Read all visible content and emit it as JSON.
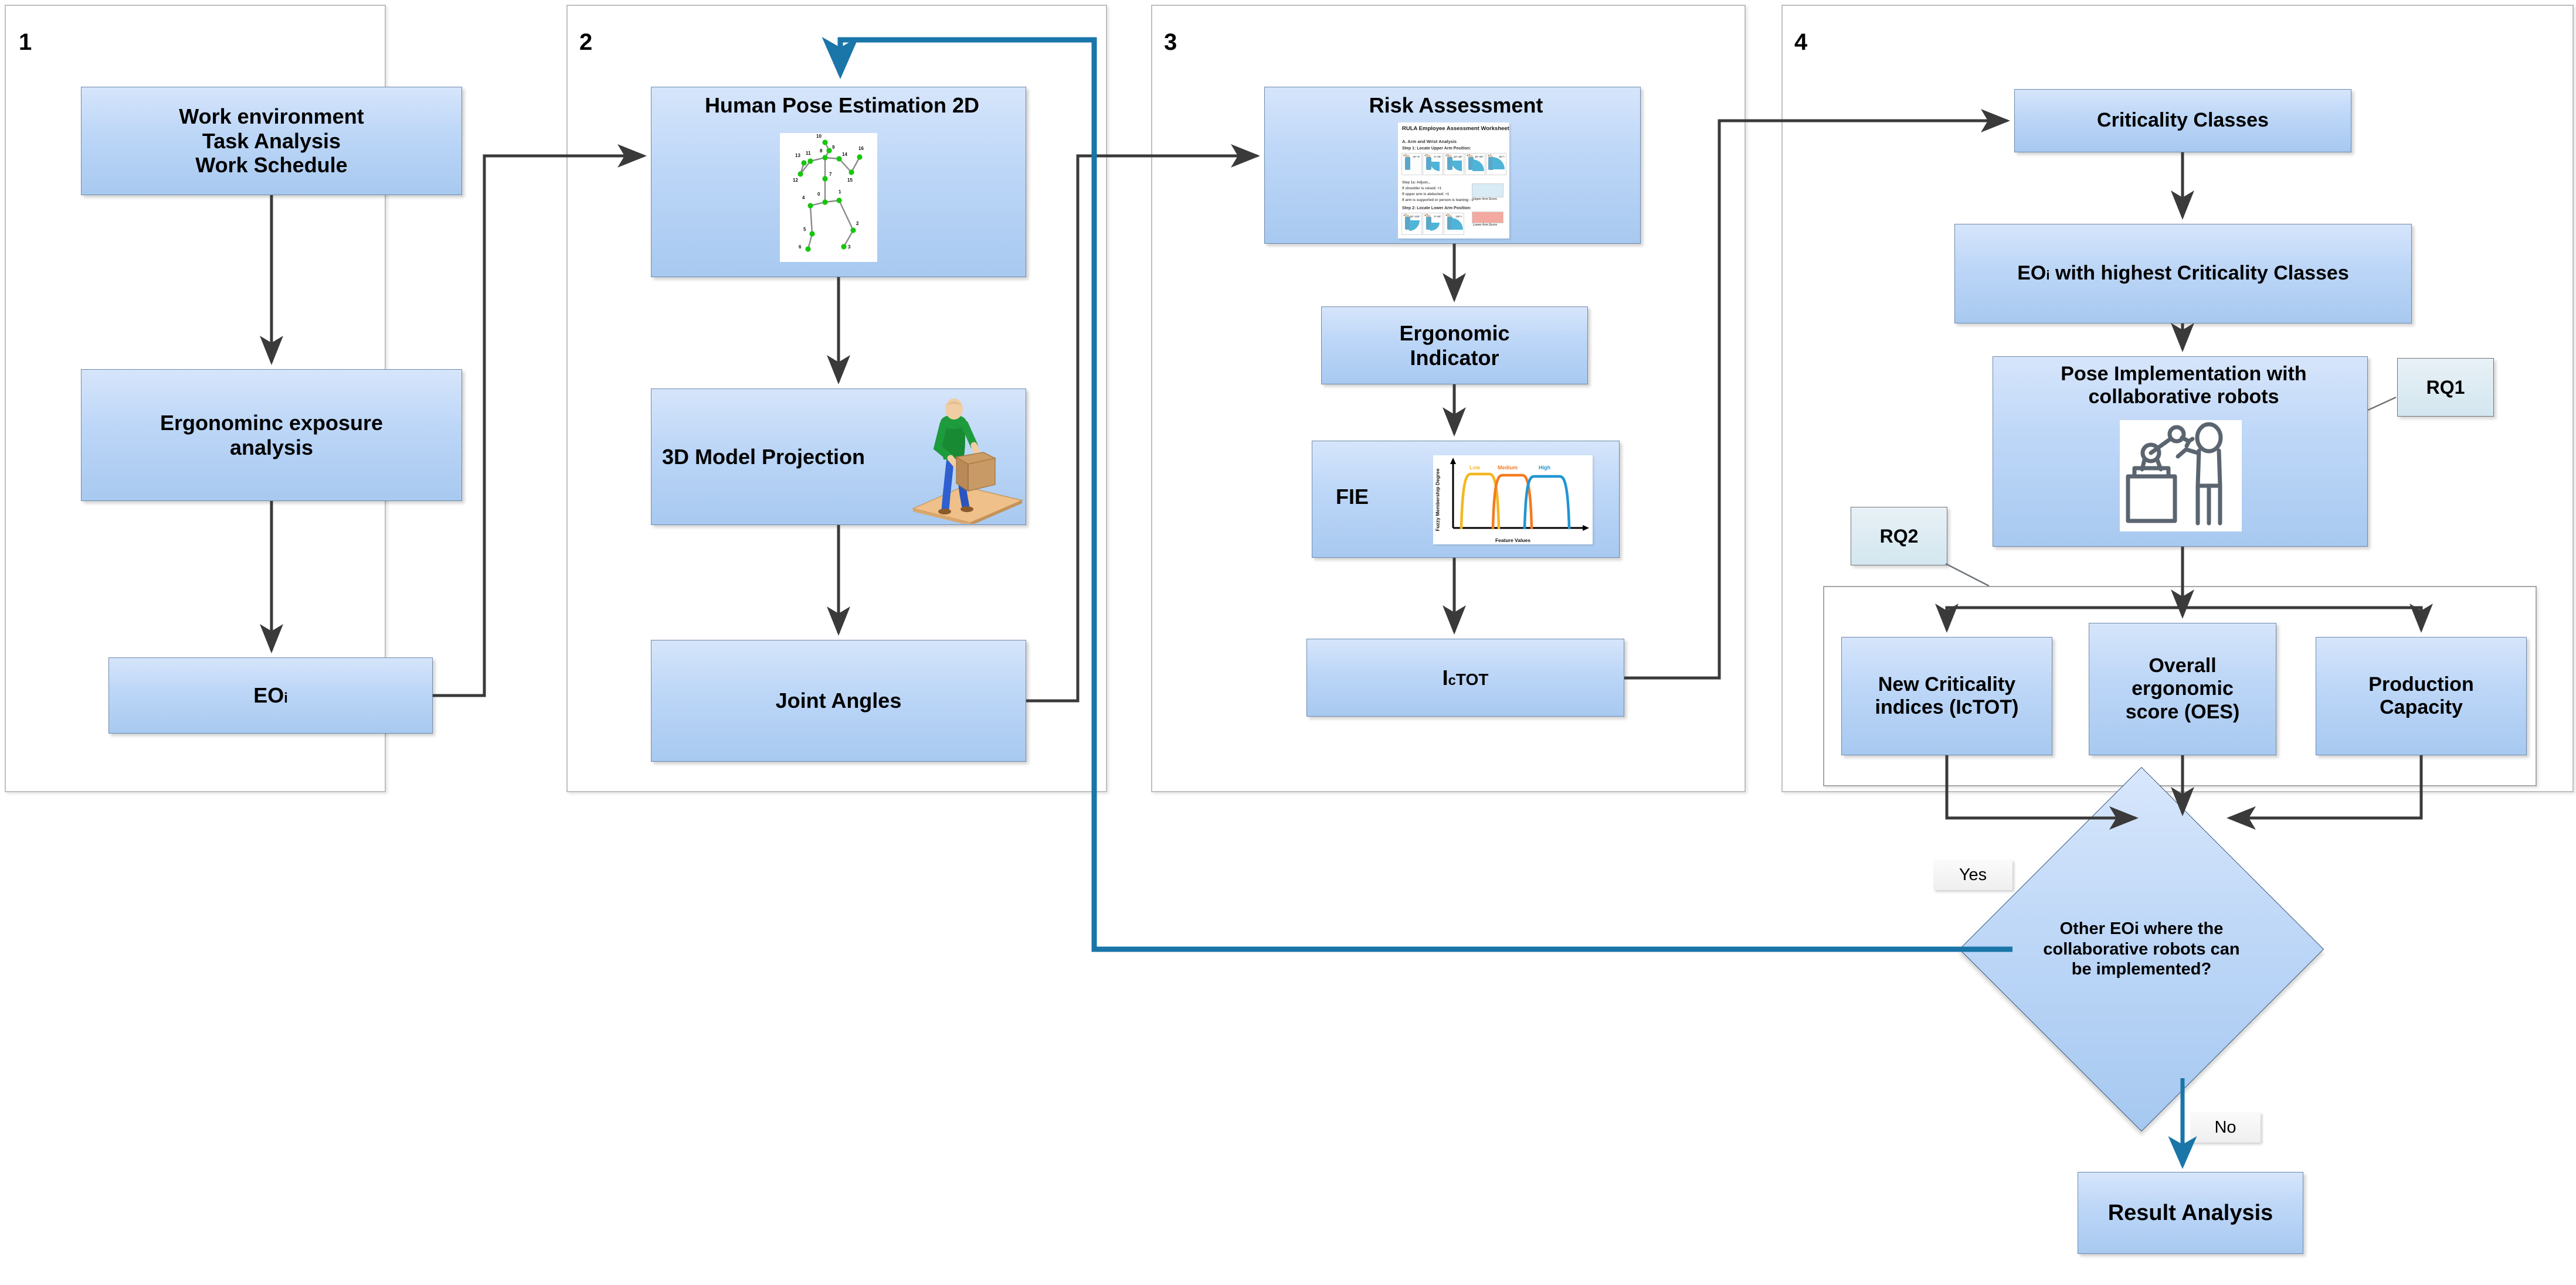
{
  "figure": {
    "type": "flowchart",
    "panels": [
      {
        "number": "1",
        "name": "panel-1"
      },
      {
        "number": "2",
        "name": "panel-2"
      },
      {
        "number": "3",
        "name": "panel-3"
      },
      {
        "number": "4",
        "name": "panel-4"
      }
    ]
  },
  "panel1": {
    "number": "1",
    "boxes": {
      "work_environment": "Work environment\nTask Analysis\nWork Schedule",
      "work_environment_lines": [
        "Work environment",
        "Task Analysis",
        "Work Schedule"
      ],
      "ergonomic_exposure": "Ergonominc exposure\nanalysis",
      "ergonomic_exposure_lines": [
        "Ergonominc exposure",
        "analysis"
      ],
      "eoi": "EO",
      "eoi_subscript": "i"
    }
  },
  "panel2": {
    "number": "2",
    "boxes": {
      "pose_estimation": "Human Pose Estimation 2D",
      "model_projection": "3D Model Projection",
      "joint_angles": "Joint Angles"
    },
    "skeleton": {
      "caption": "human-skeleton-keypoints",
      "joint_labels": [
        "0",
        "1",
        "2",
        "3",
        "4",
        "5",
        "6",
        "7",
        "8",
        "9",
        "10",
        "11",
        "12",
        "13",
        "14",
        "15",
        "16"
      ]
    },
    "projection_image": "person-lifting-box-3d"
  },
  "panel3": {
    "number": "3",
    "boxes": {
      "risk_assessment": "Risk Assessment",
      "ergonomic_indicator": "Ergonomic\nIndicator",
      "ergonomic_indicator_lines": [
        "Ergonomic",
        "Indicator"
      ],
      "fie": "FIE",
      "ictot_main": "I",
      "ictot_sub": "c",
      "ictot_tot": "TOT"
    },
    "rula": {
      "title": "RULA Employee Assessment Worksheet",
      "section": "A. Arm and Wrist Analysis",
      "step1": "Step 1: Locate Upper Arm Position:",
      "adjust_title": "Step 1a: Adjust...",
      "adjust_lines": [
        "If shoulder is raised: +1",
        "If upper arm is abducted: +1",
        "If arm is supported or person is leaning: -1"
      ],
      "step2": "Step 2: Locate Lower Arm Position:",
      "upper_arm_score_label": "Upper Arm Score",
      "lower_arm_score_label": "Lower Arm Score",
      "upper_cells": [
        {
          "plus": "+1",
          "angle": "20°-0°"
        },
        {
          "plus": "+2",
          "angle": "0°-20°"
        },
        {
          "plus": "+2",
          "angle": "20°-45°"
        },
        {
          "plus": "+3",
          "angle": "45°-90°"
        },
        {
          "plus": "+4",
          "angle": "90°+"
        }
      ],
      "lower_cells": [
        {
          "plus": "+1",
          "angle": "60°-100°"
        },
        {
          "plus": "+2",
          "angle": "0°-60°"
        },
        {
          "plus": "+2",
          "angle": "100°+"
        }
      ]
    }
  },
  "panel4": {
    "number": "4",
    "boxes": {
      "criticality_classes": "Criticality Classes",
      "eoi_highest": "EO",
      "eoi_highest_sub": "i",
      "eoi_highest_rest": " with highest Criticality Classes",
      "pose_implementation": "Pose Implementation with\ncollaborative robots",
      "pose_implementation_lines": [
        "Pose Implementation with",
        "collaborative robots"
      ],
      "new_criticality": "New Criticality\nindices (IcTOT)",
      "new_criticality_lines": [
        "New Criticality",
        "indices (IcTOT)"
      ],
      "overall_score": "Overall\nergonomic\nscore (OES)",
      "overall_score_lines": [
        "Overall",
        "ergonomic",
        "score (OES)"
      ],
      "production_capacity": "Production\nCapacity",
      "production_capacity_lines": [
        "Production",
        "Capacity"
      ]
    },
    "callouts": {
      "rq1": "RQ1",
      "rq2": "RQ2"
    },
    "robot_image": "collaborative-robot-and-human"
  },
  "decision": {
    "text": "Other EOi where the\ncollaborative robots can\nbe implemented?",
    "lines": [
      "Other EOi where the",
      "collaborative robots can",
      "be implemented?"
    ],
    "yes_label": "Yes",
    "no_label": "No"
  },
  "result": {
    "label": "Result Analysis"
  },
  "chart_data": {
    "type": "line",
    "title": "",
    "xlabel": "Feature Values",
    "ylabel": "Fuzzy Membership Degree",
    "legend": [
      "Low",
      "Medium",
      "High"
    ],
    "legend_colors": [
      "#f5b721",
      "#f47b20",
      "#2095d3"
    ],
    "series": [
      {
        "name": "Low",
        "color": "#f5b721",
        "x": [
          0.06,
          0.1,
          0.14,
          0.36,
          0.4,
          0.44
        ],
        "values": [
          0,
          0.5,
          0.97,
          0.97,
          0.5,
          0
        ]
      },
      {
        "name": "Medium",
        "color": "#f47b20",
        "x": [
          0.33,
          0.37,
          0.41,
          0.63,
          0.67,
          0.71
        ],
        "values": [
          0,
          0.5,
          0.95,
          0.95,
          0.5,
          0
        ]
      },
      {
        "name": "High",
        "color": "#2095d3",
        "x": [
          0.56,
          0.6,
          0.64,
          0.92,
          0.96,
          1.0
        ],
        "values": [
          0,
          0.5,
          0.93,
          0.93,
          0.5,
          0
        ]
      }
    ],
    "xlim": [
      0,
      1.05
    ],
    "ylim": [
      0,
      1.1
    ],
    "grid": false,
    "legend_position": "top-inside"
  },
  "colors": {
    "box_fill_top": "#d6e5fb",
    "box_fill_bottom": "#a8c9f0",
    "box_border": "#6d8aab",
    "panel_border": "#bfbfbf",
    "arrow_dark": "#3a3a3a",
    "arrow_teal": "#1a75a8",
    "callout_fill": "#dceaf2",
    "joint_green": "#16c60c"
  }
}
